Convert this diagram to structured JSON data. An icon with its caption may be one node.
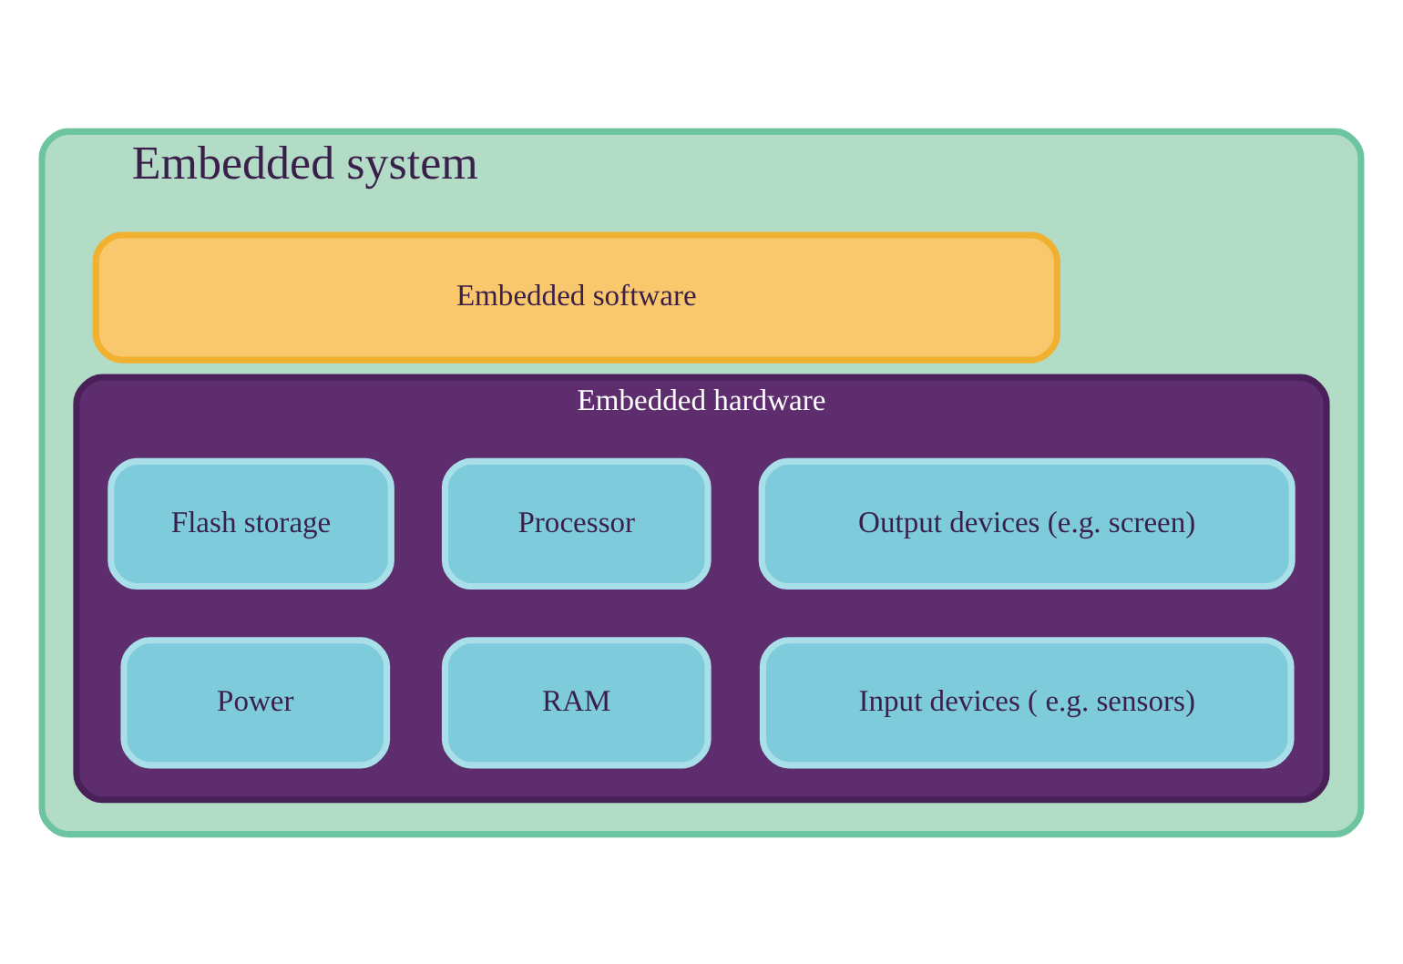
{
  "diagram": {
    "nodes": [
      {
        "text": [
          "Embedded system"
        ]
      },
      {
        "text": [
          "Embedded software"
        ],
        "in": 0
      },
      {
        "text": [
          "Embedded hardware"
        ],
        "in": 0
      },
      {
        "text": [
          "Flash storage"
        ],
        "in": 2
      },
      {
        "text": [
          "Processor"
        ],
        "in": 2
      },
      {
        "text": [
          "Output devices (e.g. screen)"
        ],
        "in": 2
      },
      {
        "text": [
          "Power"
        ],
        "in": 2
      },
      {
        "text": [
          "RAM"
        ],
        "in": 2
      },
      {
        "text": [
          "Input devices ( e.g. sensors)"
        ],
        "in": 2
      }
    ],
    "edges": []
  }
}
